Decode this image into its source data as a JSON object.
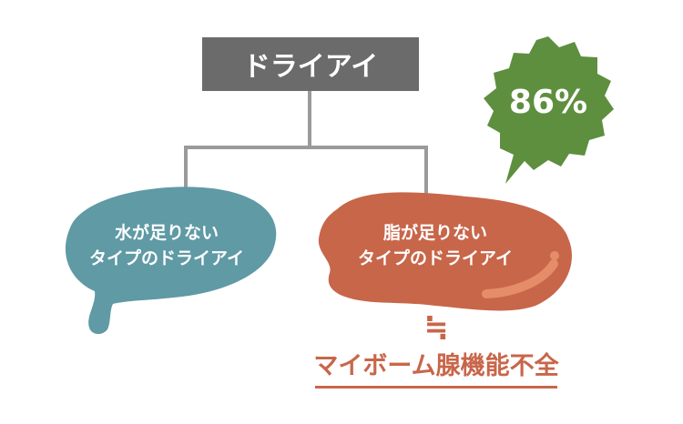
{
  "title": "ドライアイ",
  "badge": {
    "value": "86%",
    "color": "#5e8f3e"
  },
  "left_type": {
    "line1": "水が足りない",
    "line2": "タイプのドライアイ",
    "color": "#5f9aa5"
  },
  "right_type": {
    "line1": "脂が足りない",
    "line2": "タイプのドライアイ",
    "color": "#c8664a"
  },
  "approx_symbol": "≒",
  "result": {
    "text": "マイボーム腺機能不全",
    "color": "#c8664a"
  },
  "colors": {
    "title_box": "#6b6b6b",
    "connector": "#9a9a9a"
  }
}
